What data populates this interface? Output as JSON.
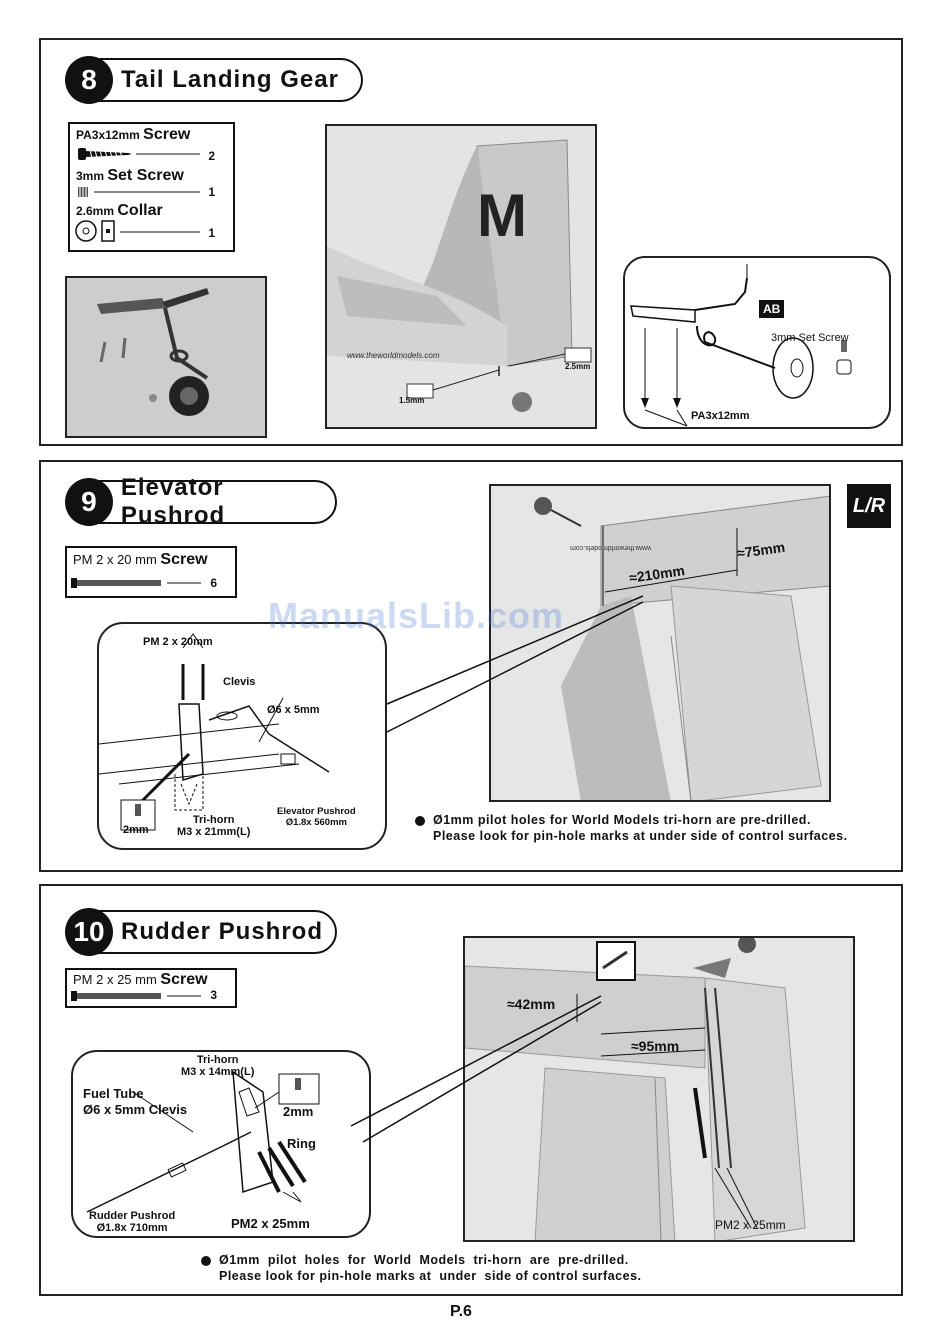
{
  "watermark": "ManualsLib.com",
  "page_number": "P.6",
  "step8": {
    "number": "8",
    "title": "Tail Landing Gear",
    "parts": [
      {
        "prefix": "PA3x12mm",
        "name": "Screw",
        "qty": "2"
      },
      {
        "prefix": "3mm",
        "name": "Set Screw",
        "qty": "1"
      },
      {
        "prefix": "2.6mm",
        "name": "Collar",
        "qty": "1"
      }
    ],
    "photo_label_15": "1.5mm",
    "photo_label_25": "2.5mm",
    "photo_text": "www.theworldmodels.com",
    "photo_letter": "M",
    "callout": {
      "badge": "AB",
      "set_screw": "3mm Set Screw",
      "screw": "PA3x12mm"
    }
  },
  "step9": {
    "number": "9",
    "title": "Elevator Pushrod",
    "badge": "L/R",
    "part": {
      "prefix": "PM 2 x 20 mm",
      "name": "Screw",
      "qty": "6"
    },
    "callout": {
      "pm": "PM 2 x 20mm",
      "clevis": "Clevis",
      "size": "Ø6 x 5mm",
      "trihorn_1": "Tri-horn",
      "trihorn_2": "M3 x 21mm(L)",
      "pushrod_1": "Elevator Pushrod",
      "pushrod_2": "Ø1.8x 560mm",
      "drill": "2mm"
    },
    "photo_dim_1": "≈210mm",
    "photo_dim_2": "≈75mm",
    "photo_text": "www.theworldmodels.com",
    "note_1": "Ø1mm pilot holes for World Models tri-horn are pre-drilled.",
    "note_2": "Please look for pin-hole marks at under side of control surfaces."
  },
  "step10": {
    "number": "10",
    "title": "Rudder Pushrod",
    "part": {
      "prefix": "PM 2 x 25 mm",
      "name": "Screw",
      "qty": "3"
    },
    "callout": {
      "trihorn_1": "Tri-horn",
      "trihorn_2": "M3 x 14mm(L)",
      "fuel_tube": "Fuel Tube",
      "size_clevis": "Ø6 x 5mm  Clevis",
      "drill": "2mm",
      "ring": "Ring",
      "pushrod_1": "Rudder Pushrod",
      "pushrod_2": "Ø1.8x 710mm",
      "pm": "PM2 x 25mm"
    },
    "photo_dim_1": "≈42mm",
    "photo_dim_2": "≈95mm",
    "photo_pm": "PM2 x 25mm",
    "note_1": "Ø1mm  pilot  holes  for  World  Models  tri-horn  are  pre-drilled.",
    "note_2": "Please look for pin-hole marks at  under  side of control surfaces."
  },
  "colors": {
    "ink": "#111111",
    "photo_bg": "#d8d8d8",
    "watermark": "#4678dc"
  }
}
